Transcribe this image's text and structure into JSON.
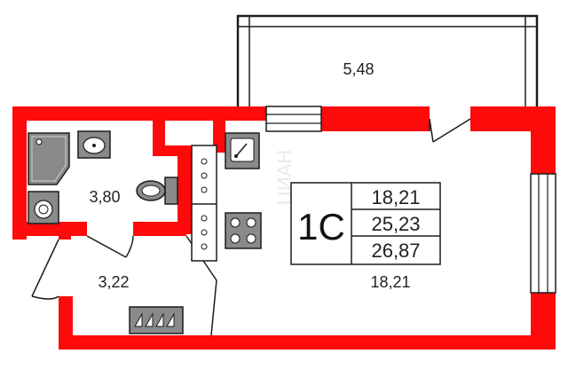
{
  "plan": {
    "unit_type": "1С",
    "area_table": [
      "18,21",
      "25,23",
      "26,87"
    ],
    "rooms": {
      "balcony_area": "5,48",
      "bathroom_area": "3,80",
      "hallway_area": "3,22",
      "main_room_area": "18,21"
    },
    "watermark": "ЦИАН",
    "colors": {
      "wall": "#ff0a0a",
      "outline": "#1c1c1c",
      "fixture": "#8a8a8a",
      "background": "#ffffff"
    }
  }
}
